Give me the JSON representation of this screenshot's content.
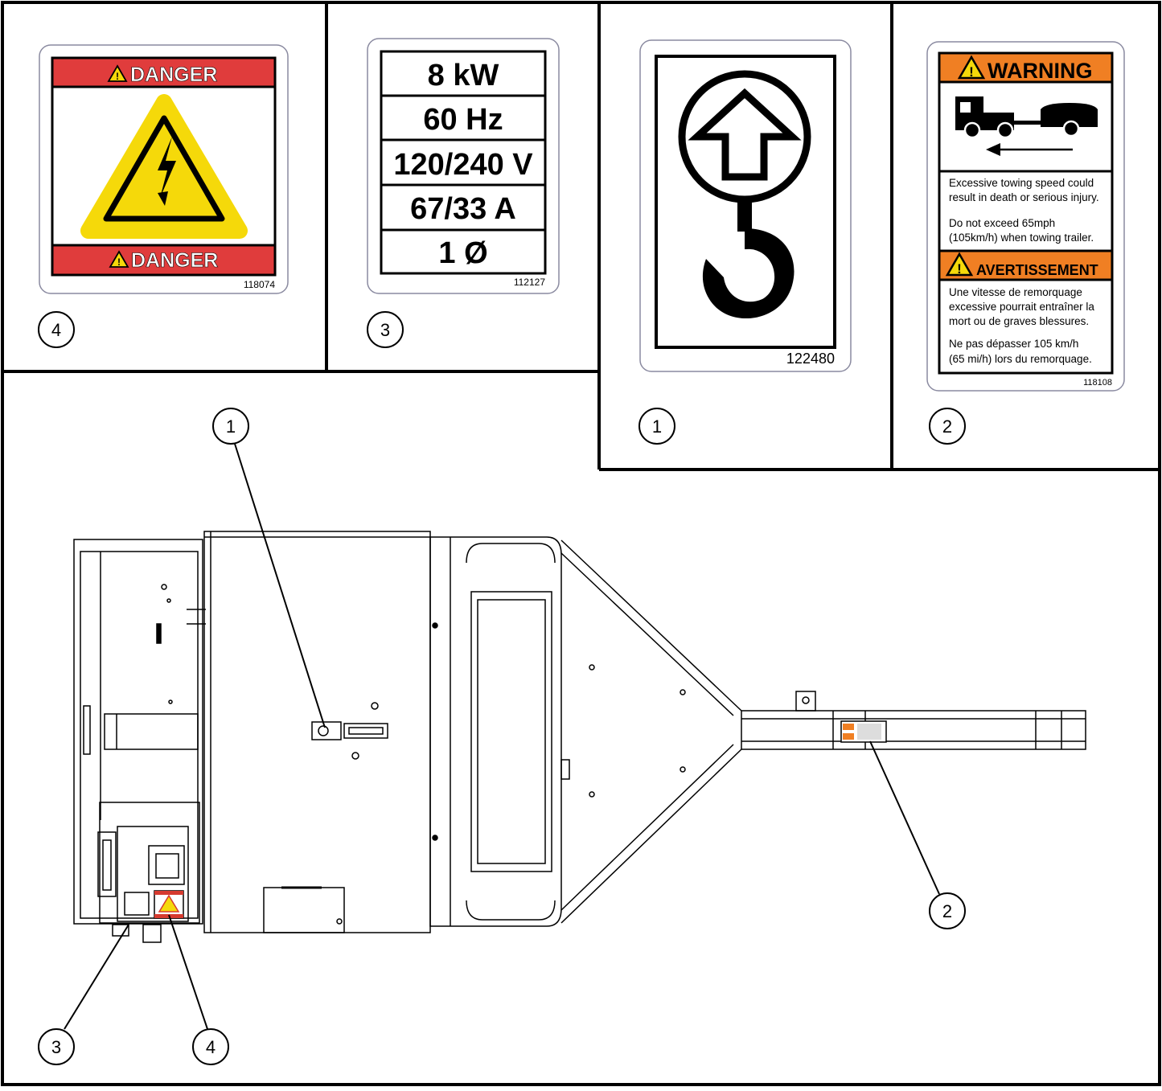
{
  "panels": {
    "danger": {
      "header": "DANGER",
      "footer": "DANGER",
      "part_number": "118074",
      "callout": "4",
      "colors": {
        "band": "#e03c3c",
        "triangle": "#f5d90a"
      },
      "icons": [
        "warning-triangle-icon",
        "high-voltage-icon"
      ]
    },
    "rating": {
      "rows": [
        "8 kW",
        "60 Hz",
        "120/240 V",
        "67/33 A",
        "1 Ø"
      ],
      "part_number": "112127",
      "callout": "3"
    },
    "lift": {
      "part_number": "122480",
      "callout": "1",
      "icons": [
        "lift-point-arrow-icon",
        "lifting-hook-icon"
      ]
    },
    "warning": {
      "header": "WARNING",
      "en_line1": "Excessive towing speed could",
      "en_line2": "result in death or serious injury.",
      "en_line3": "Do not exceed 65mph",
      "en_line4": "(105km/h) when towing trailer.",
      "fr_header": "AVERTISSEMENT",
      "fr_line1": "Une vitesse de remorquage",
      "fr_line2": "excessive pourrait entraîner la",
      "fr_line3": "mort ou de graves blessures.",
      "fr_line4": "Ne pas dépasser 105 km/h",
      "fr_line5": "(65 mi/h) lors du remorquage.",
      "part_number": "118108",
      "callout": "2",
      "colors": {
        "band": "#f07f23"
      },
      "icons": [
        "warning-triangle-icon",
        "truck-towing-trailer-icon",
        "direction-arrow-icon"
      ]
    }
  },
  "diagram": {
    "callouts": [
      "1",
      "2",
      "3",
      "4"
    ]
  }
}
